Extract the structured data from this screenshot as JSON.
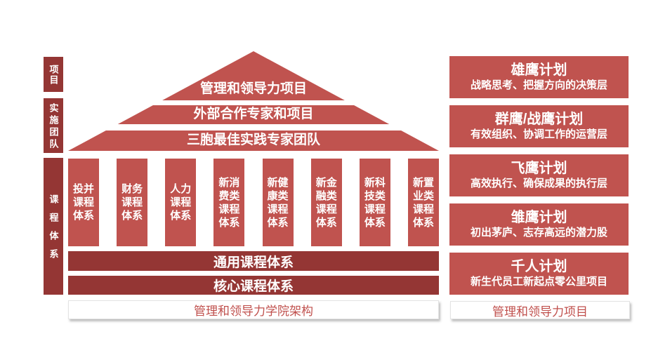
{
  "colors": {
    "medium_red": "#C0534F",
    "dark_red": "#943634",
    "footer_text_red": "#C0504D"
  },
  "left_labels": [
    {
      "text": "项目"
    },
    {
      "text": "实施团队"
    },
    {
      "text": "课程体系"
    }
  ],
  "pyramid": {
    "band1": "管理和领导力项目",
    "band2": "外部合作专家和项目",
    "band3": "三胞最佳实践专家团队"
  },
  "columns": [
    "投并课程体系",
    "财务课程体系",
    "人力课程体系",
    "新消费类课程体系",
    "新健康类课程体系",
    "新金融类课程体系",
    "新科技类课程体系",
    "新置业类课程体系"
  ],
  "bars": [
    {
      "label": "通用课程体系"
    },
    {
      "label": "核心课程体系"
    }
  ],
  "footer_left": "管理和领导力学院架构",
  "right_panel": {
    "items": [
      {
        "title": "雄鹰计划",
        "subtitle": "战略思考、把握方向的决策层"
      },
      {
        "title": "群鹰/战鹰计划",
        "subtitle": "有效组织、协调工作的运营层"
      },
      {
        "title": "飞鹰计划",
        "subtitle": "高效执行、确保成果的执行层"
      },
      {
        "title": "雏鹰计划",
        "subtitle": "初出茅庐、志存高远的潜力股"
      },
      {
        "title": "千人计划",
        "subtitle": "新生代员工新起点零公里项目"
      }
    ],
    "footer": "管理和领导力项目"
  }
}
